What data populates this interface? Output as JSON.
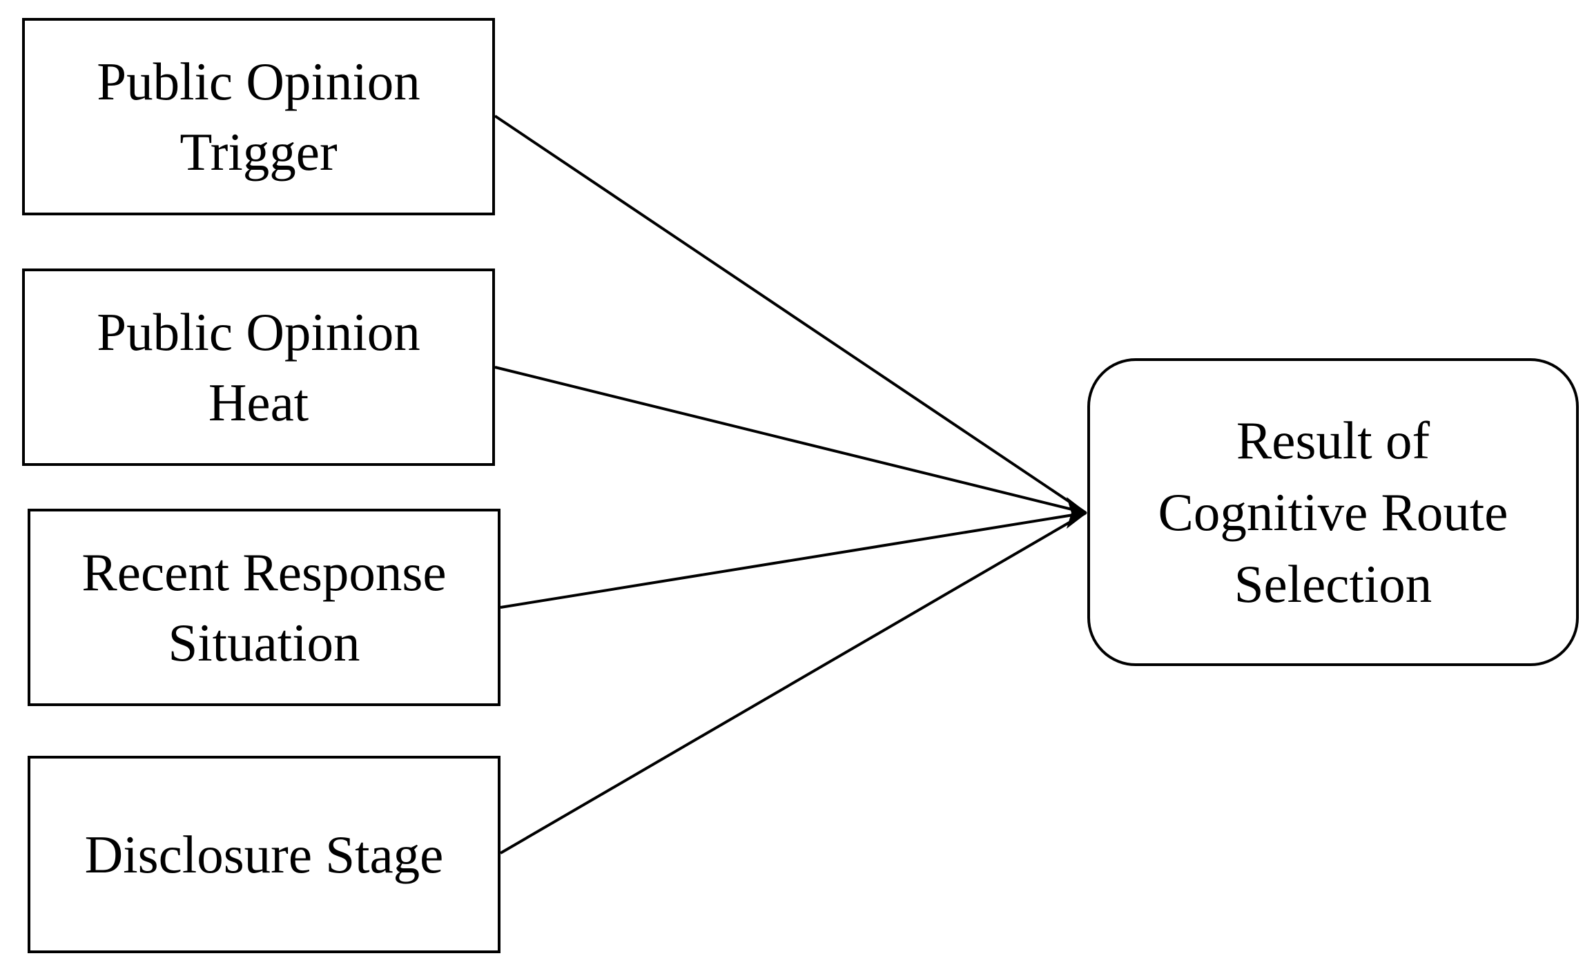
{
  "inputs": [
    {
      "id": "trigger",
      "lines": [
        "Public Opinion",
        "Trigger"
      ]
    },
    {
      "id": "heat",
      "lines": [
        "Public Opinion",
        "Heat"
      ]
    },
    {
      "id": "response",
      "lines": [
        "Recent Response",
        "Situation"
      ]
    },
    {
      "id": "stage",
      "lines": [
        "Disclosure Stage"
      ]
    }
  ],
  "output": {
    "lines": [
      "Result of",
      "Cognitive Route",
      "Selection"
    ]
  },
  "colors": {
    "stroke": "#000000",
    "fill": "#ffffff"
  }
}
